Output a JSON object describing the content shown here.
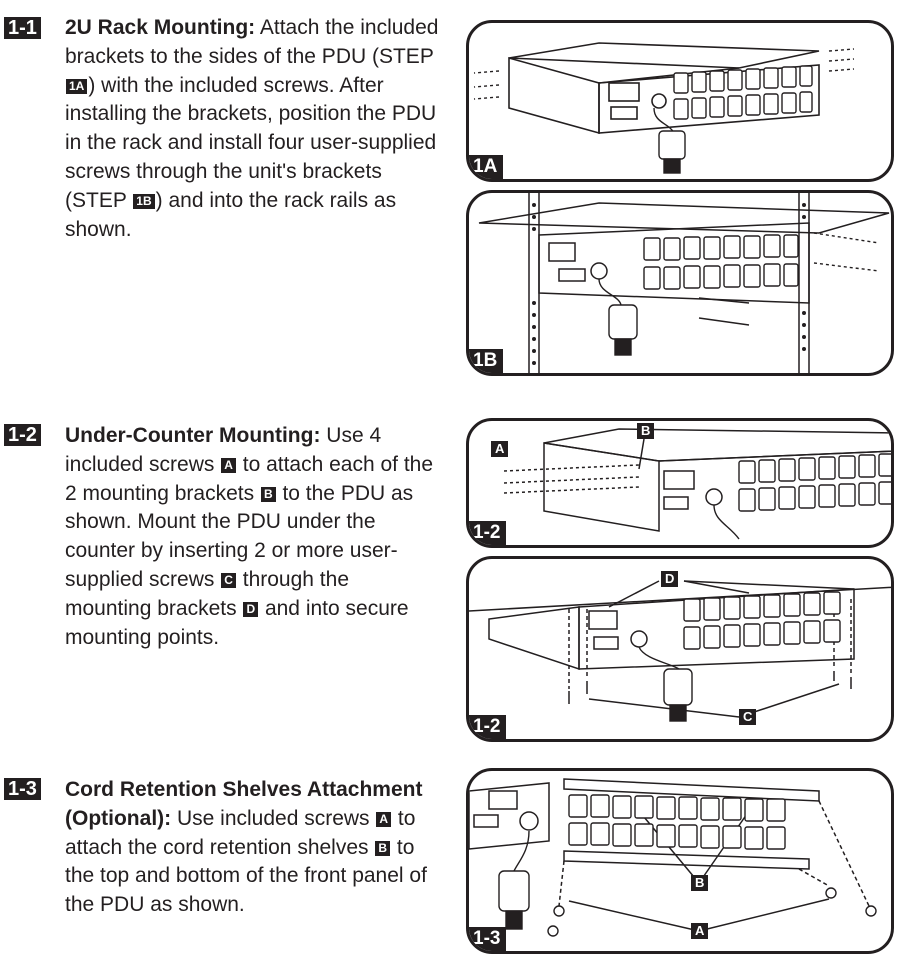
{
  "steps": [
    {
      "id": "1-1",
      "title": "2U Rack Mounting:",
      "text_a": " Attach the included brackets to the sides of the PDU (STEP ",
      "ref_a": "1A",
      "text_b": ") with the included screws. After installing the brackets, position the PDU in the rack and install four user-supplied screws through the unit's brackets (STEP ",
      "ref_b": "1B",
      "text_c": ") and into the rack rails as shown."
    },
    {
      "id": "1-2",
      "title": "Under-Counter Mounting:",
      "text_a": " Use 4 included screws ",
      "ref_a": "A",
      "text_b": " to attach each of the 2 mounting brackets ",
      "ref_b": "B",
      "text_c": " to the PDU as shown. Mount the PDU under the counter by inserting 2 or more user-supplied screws ",
      "ref_c": "C",
      "text_d": " through the mounting brackets ",
      "ref_d": "D",
      "text_e": " and into secure mounting points."
    },
    {
      "id": "1-3",
      "title": "Cord Retention Shelves Attachment (Optional):",
      "text_a": " Use included screws ",
      "ref_a": "A",
      "text_b": " to attach the cord retention shelves ",
      "ref_b": "B",
      "text_c": " to the top and bottom of the front panel of the PDU as shown."
    }
  ],
  "figures": {
    "fig_1a": {
      "label": "1A"
    },
    "fig_1b": {
      "label": "1B"
    },
    "fig_1_2a": {
      "label": "1-2",
      "callouts": [
        "A",
        "B"
      ]
    },
    "fig_1_2b": {
      "label": "1-2",
      "callouts": [
        "D",
        "C"
      ]
    },
    "fig_1_3": {
      "label": "1-3",
      "callouts": [
        "B",
        "A"
      ]
    }
  },
  "colors": {
    "ink": "#231f20",
    "paper": "#ffffff"
  }
}
